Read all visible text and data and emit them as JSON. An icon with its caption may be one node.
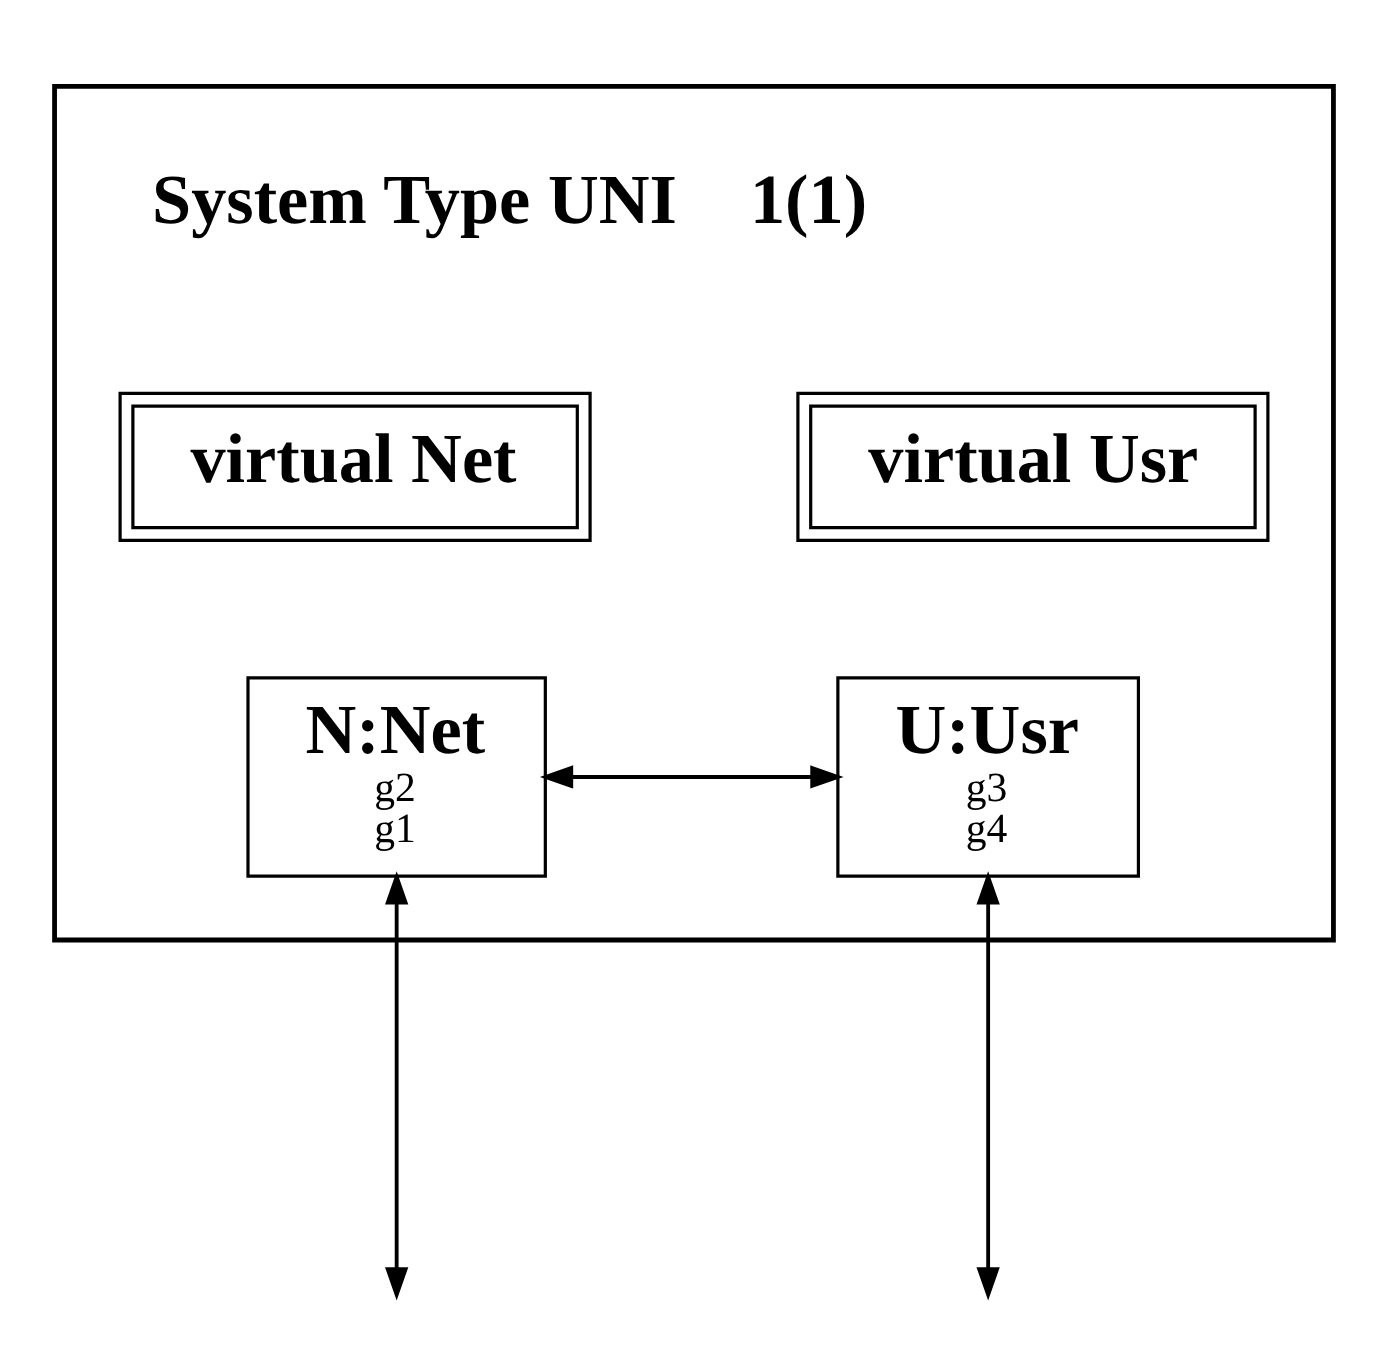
{
  "diagram": {
    "nodes": [
      {
        "text": [
          "System Type UNI",
          "1(1)"
        ]
      },
      {
        "text": [
          "virtual Net"
        ],
        "in": 0
      },
      {
        "text": [
          "virtual Usr"
        ],
        "in": 0
      },
      {
        "text": [
          "N:Net",
          "g2",
          "g1"
        ],
        "in": 0
      },
      {
        "text": [
          "U:Usr",
          "g3",
          "g4"
        ],
        "in": 0
      }
    ],
    "edges": [
      {
        "from": 3,
        "to": 4,
        "arrow": "both"
      },
      {
        "from": 3,
        "to": null,
        "arrow": "both"
      },
      {
        "from": 4,
        "to": null,
        "arrow": "both"
      }
    ]
  }
}
